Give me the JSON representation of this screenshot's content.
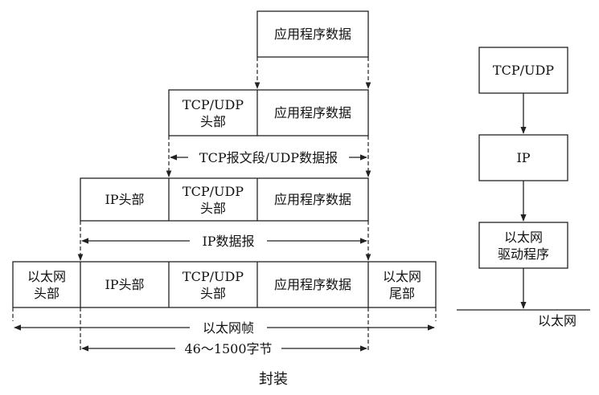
{
  "figure": {
    "caption": "封装",
    "layers": {
      "app": {
        "data": "应用程序数据"
      },
      "transport": {
        "header_l1": "TCP/UDP",
        "header_l2": "头部",
        "data": "应用程序数据",
        "span": "TCP报文段/UDP数据报"
      },
      "network": {
        "ip_header": "IP头部",
        "tcp_l1": "TCP/UDP",
        "tcp_l2": "头部",
        "data": "应用程序数据",
        "span": "IP数据报"
      },
      "link": {
        "eth_header_l1": "以太网",
        "eth_header_l2": "头部",
        "ip_header": "IP头部",
        "tcp_l1": "TCP/UDP",
        "tcp_l2": "头部",
        "data": "应用程序数据",
        "eth_trailer_l1": "以太网",
        "eth_trailer_l2": "尾部",
        "span_frame": "以太网帧",
        "span_size": "46～1500字节"
      }
    }
  },
  "stack": {
    "tcp_udp": "TCP/UDP",
    "ip": "IP",
    "driver_l1": "以太网",
    "driver_l2": "驱动程序",
    "ethernet": "以太网"
  }
}
